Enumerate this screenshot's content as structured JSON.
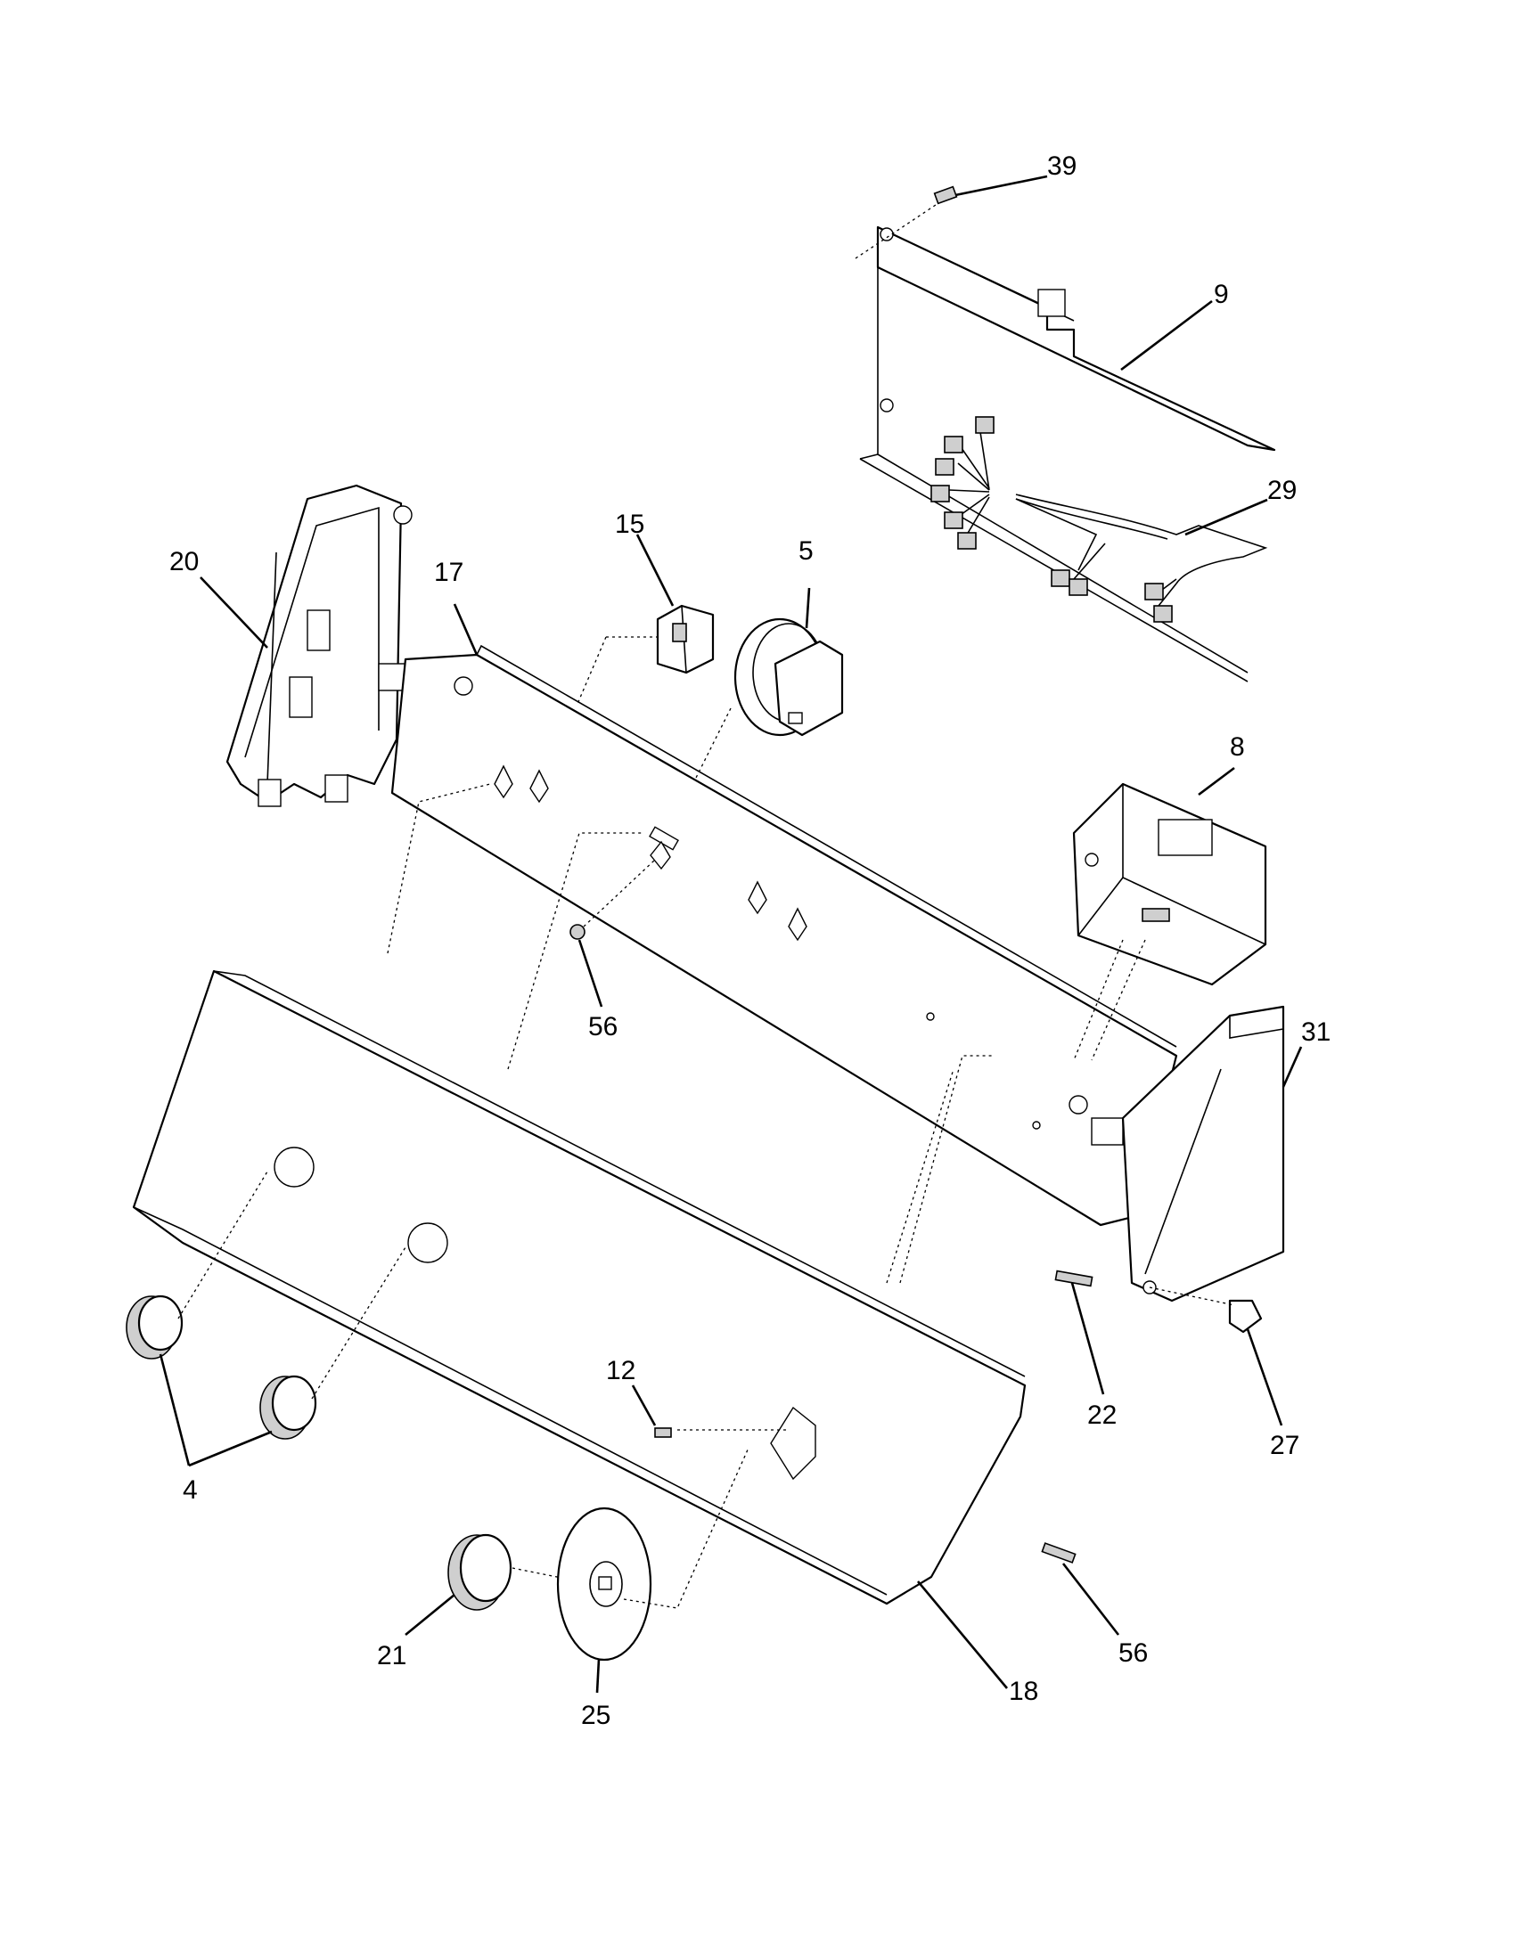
{
  "diagram": {
    "callouts": {
      "c39": "39",
      "c9": "9",
      "c29": "29",
      "c20": "20",
      "c17": "17",
      "c15": "15",
      "c5": "5",
      "c8": "8",
      "c56a": "56",
      "c31": "31",
      "c22": "22",
      "c27": "27",
      "c12": "12",
      "c4": "4",
      "c21": "21",
      "c25": "25",
      "c18": "18",
      "c56b": "56"
    }
  }
}
